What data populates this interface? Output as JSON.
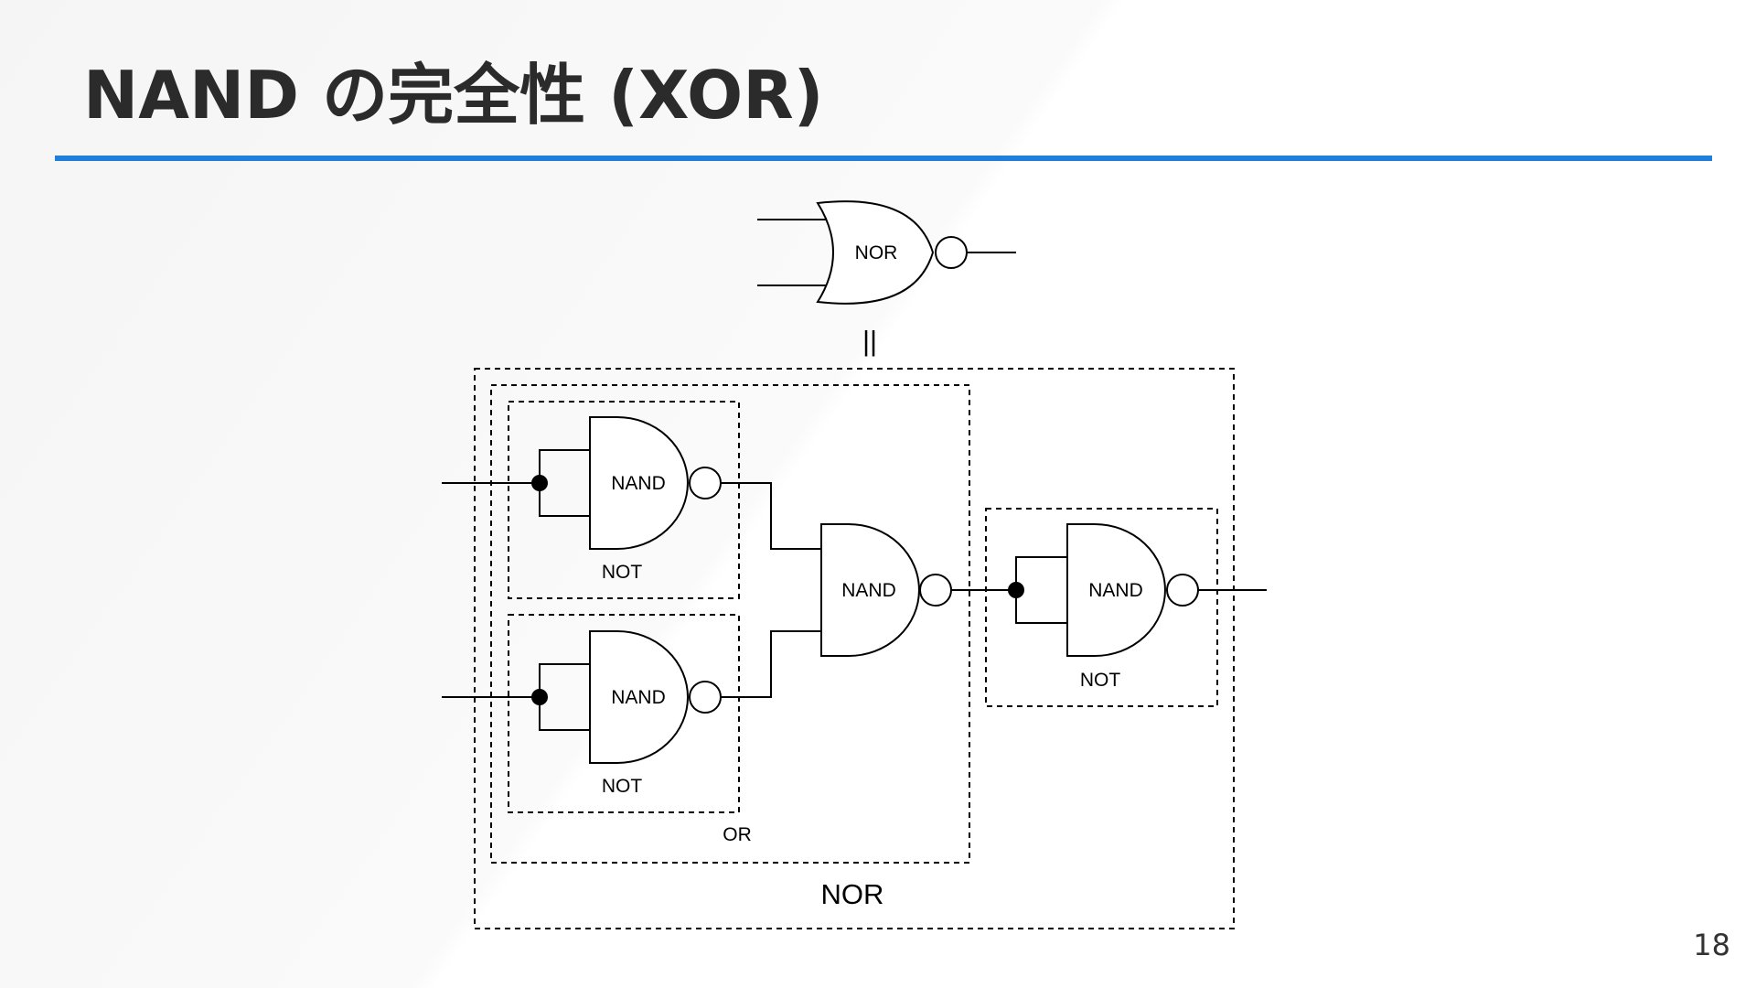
{
  "slide": {
    "title": "NAND の完全性 (XOR)",
    "page_number": "18"
  },
  "diagram": {
    "top_gate_label": "NOR",
    "equals_sign": "||",
    "gates": {
      "nand_top": "NAND",
      "nand_bottom": "NAND",
      "nand_middle": "NAND",
      "nand_right": "NAND"
    },
    "groups": {
      "not_top": "NOT",
      "not_bottom": "NOT",
      "or_group": "OR",
      "not_right": "NOT",
      "nor_group": "NOR"
    }
  }
}
